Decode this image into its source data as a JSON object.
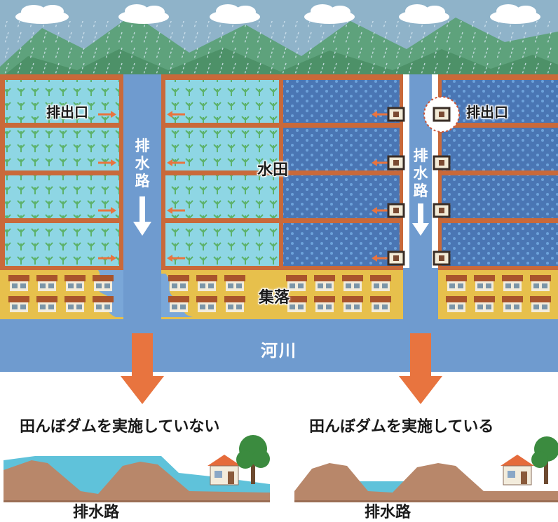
{
  "labels": {
    "outlet_left": "排出口",
    "outlet_right": "排出口",
    "paddy": "水田",
    "village": "集落",
    "river": "河川",
    "channel_left": "排水路",
    "channel_right": "排水路"
  },
  "captions": {
    "left": "田んぼダムを実施していない",
    "right": "田んぼダムを実施している"
  },
  "bottom_labels": {
    "left": "排水路",
    "right": "排水路"
  },
  "colors": {
    "sky": "#8fb3c9",
    "mountain": "#5ea27c",
    "paddy_plain": "#8ed6e4",
    "paddy_flooded": "#4a76b4",
    "dike": "#c9693a",
    "channel": "#6f9bcf",
    "village": "#e7c04c",
    "arrow": "#e8743f",
    "ground": "#b8876a",
    "water": "#5fc2da"
  },
  "icons": [
    "rain-cloud-icon",
    "orange-arrow-icon",
    "outlet-box-icon",
    "house-icon",
    "tree-icon",
    "down-arrow-icon"
  ]
}
